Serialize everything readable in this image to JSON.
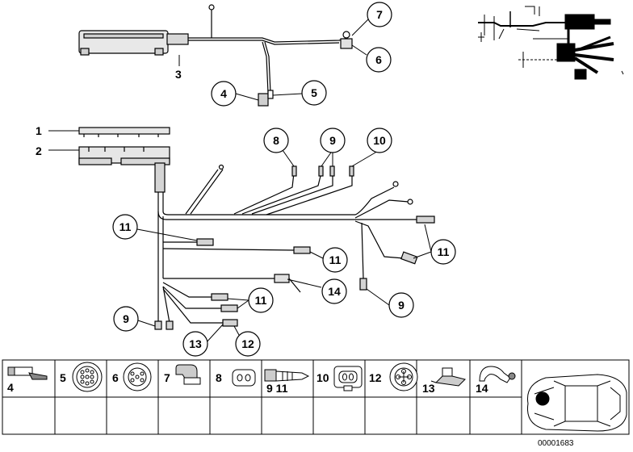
{
  "callouts": {
    "c7": "7",
    "c6": "6",
    "c4": "4",
    "c5": "5",
    "c8": "8",
    "c9a": "9",
    "c10": "10",
    "c11a": "11",
    "c11b": "11",
    "c11c": "11",
    "c11d": "11",
    "c14": "14",
    "c9b": "9",
    "c9c": "9",
    "c13": "13",
    "c12": "12"
  },
  "labels": {
    "n3": "3",
    "n1": "1",
    "n2": "2"
  },
  "legend": {
    "cells": [
      {
        "label": "4"
      },
      {
        "label": "5"
      },
      {
        "label": "6"
      },
      {
        "label": "7"
      },
      {
        "label": "8"
      },
      {
        "label": "9 11"
      },
      {
        "label": "10"
      },
      {
        "label": "12"
      },
      {
        "label": "13"
      },
      {
        "label": "14"
      }
    ]
  },
  "drawing_number": "00001683",
  "colors": {
    "line": "#000000",
    "background": "#ffffff"
  }
}
